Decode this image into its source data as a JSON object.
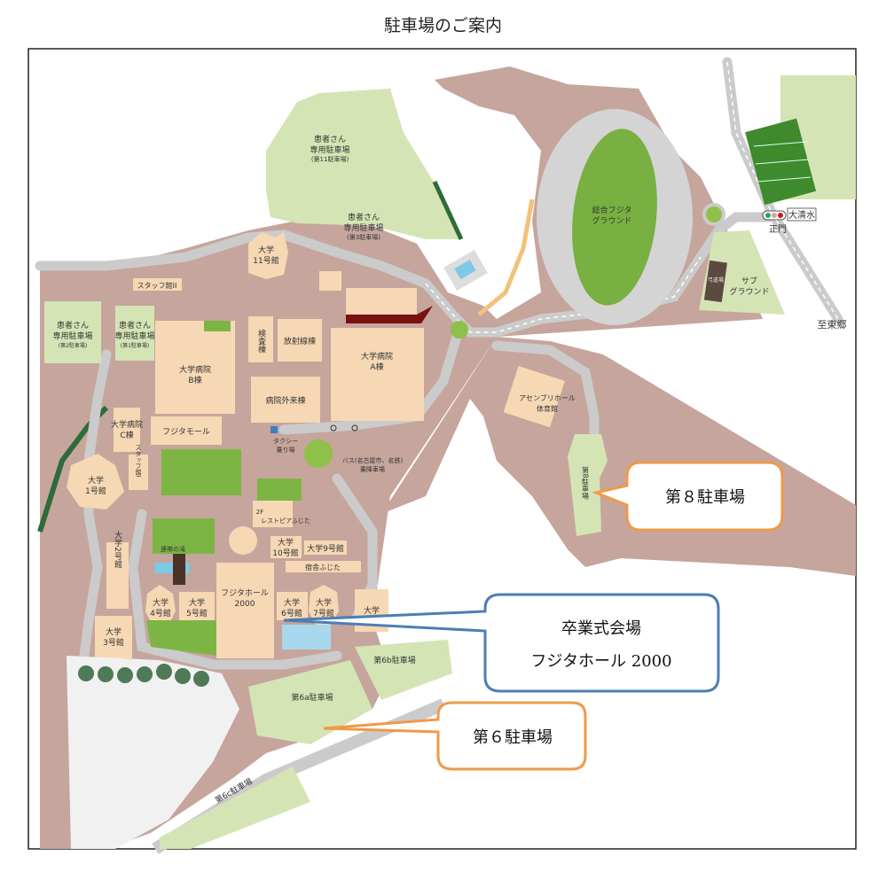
{
  "title": "駐車場のご案内",
  "colors": {
    "ground": "#c6a59c",
    "building": "#f6d8b4",
    "parking": "#d5e4b5",
    "lawn": "#7db544",
    "road": "#c9c9c9",
    "orange": "#ef9a4a",
    "blue": "#4e7db4",
    "dark_red": "#7a1010"
  },
  "parking_lots": {
    "p11": [
      "患者さん",
      "専用駐車場",
      "(第11駐車場)"
    ],
    "p3": [
      "患者さん",
      "専用駐車場",
      "(第3駐車場)"
    ],
    "p2": [
      "患者さん",
      "専用駐車場",
      "(第2駐車場)"
    ],
    "p1": [
      "患者さん",
      "専用駐車場",
      "(第1駐車場)"
    ],
    "p8": "第8駐車場",
    "p6a": "第6a駐車場",
    "p6b": "第6b駐車場",
    "p6c": "第6c駐車場"
  },
  "buildings": {
    "u11": [
      "大学",
      "11号館"
    ],
    "staff2": "スタッフ館II",
    "kensa": "検査棟",
    "hoshasen": "放射線棟",
    "hospA": [
      "大学病院",
      "A棟"
    ],
    "hospB": [
      "大学病院",
      "B棟"
    ],
    "gairai": "病院外来棟",
    "hospC": [
      "大学病院",
      "C棟"
    ],
    "mall": "フジタモール",
    "staff": "スタッフ館I",
    "u1": [
      "大学",
      "1号館"
    ],
    "u2": "大学2号館",
    "u3": [
      "大学",
      "3号館"
    ],
    "u4": [
      "大学",
      "4号館"
    ],
    "u5": [
      "大学",
      "5号館"
    ],
    "hall": [
      "フジタホール",
      "2000"
    ],
    "u6": [
      "大学",
      "6号館"
    ],
    "u7": [
      "大学",
      "7号館"
    ],
    "u8": "大学",
    "u9": "大学9号館",
    "u10": [
      "大学",
      "10号館"
    ],
    "dorm": "宿舎ふじた",
    "restaurant": [
      "2F",
      "レストピアふじた"
    ],
    "waterfall": "連帯の滝",
    "assembly": [
      "アセンブリホール",
      "体育館"
    ],
    "taxi": [
      "タクシー",
      "乗り場"
    ],
    "bus": [
      "バス(名古屋市、名鉄)",
      "乗降車場"
    ]
  },
  "grounds": {
    "main": [
      "総合フジタ",
      "グラウンド"
    ],
    "sub": [
      "サブ",
      "グラウンド"
    ],
    "kyudo": "弓道場"
  },
  "places": {
    "gate": "正門",
    "signal": "大清水",
    "to_togo": "至東郷"
  },
  "callouts": {
    "p8": "第８駐車場",
    "venue_line1": "卒業式会場",
    "venue_line2": "フジタホール 2000",
    "p6": "第６駐車場"
  }
}
